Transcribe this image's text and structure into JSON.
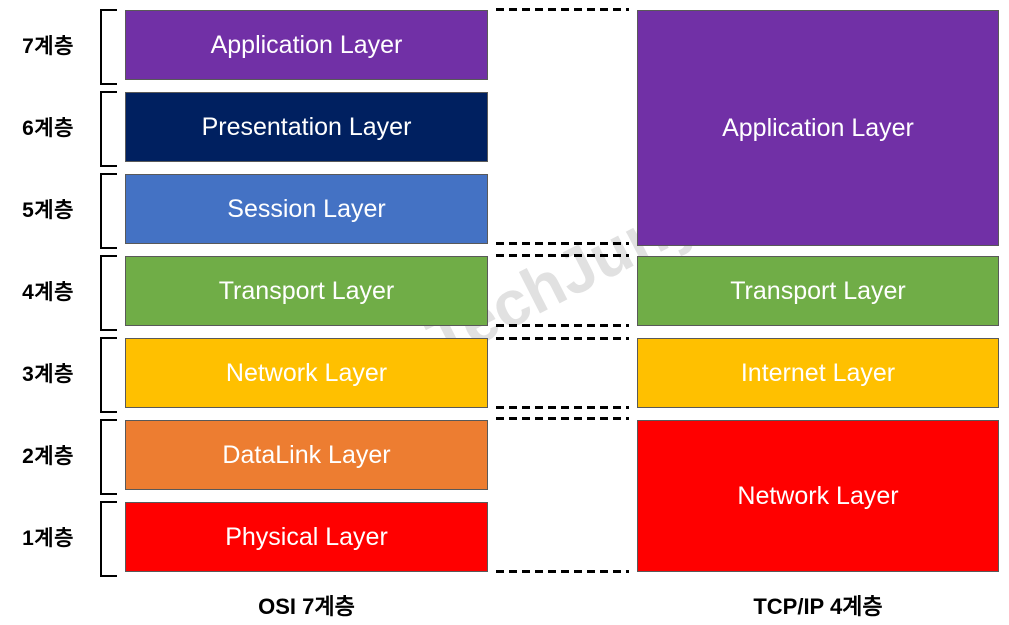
{
  "watermark": "TechJuny",
  "osi": {
    "caption": "OSI 7계층",
    "layers": [
      {
        "number_label": "7계층",
        "label": "Application Layer",
        "color": "#7130A6"
      },
      {
        "number_label": "6계층",
        "label": "Presentation Layer",
        "color": "#002060"
      },
      {
        "number_label": "5계층",
        "label": "Session Layer",
        "color": "#4472C4"
      },
      {
        "number_label": "4계층",
        "label": "Transport Layer",
        "color": "#70AD47"
      },
      {
        "number_label": "3계층",
        "label": "Network Layer",
        "color": "#FFC000"
      },
      {
        "number_label": "2계층",
        "label": "DataLink Layer",
        "color": "#ED7D31"
      },
      {
        "number_label": "1계층",
        "label": "Physical Layer",
        "color": "#FF0000"
      }
    ]
  },
  "tcpip": {
    "caption": "TCP/IP 4계층",
    "layers": [
      {
        "label": "Application Layer",
        "color": "#7130A6"
      },
      {
        "label": "Transport Layer",
        "color": "#70AD47"
      },
      {
        "label": "Internet Layer",
        "color": "#FFC000"
      },
      {
        "label": "Network Layer",
        "color": "#FF0000"
      }
    ]
  },
  "colors": {
    "box_border": "#595959",
    "connector": "#000000",
    "background": "#FFFFFF"
  }
}
